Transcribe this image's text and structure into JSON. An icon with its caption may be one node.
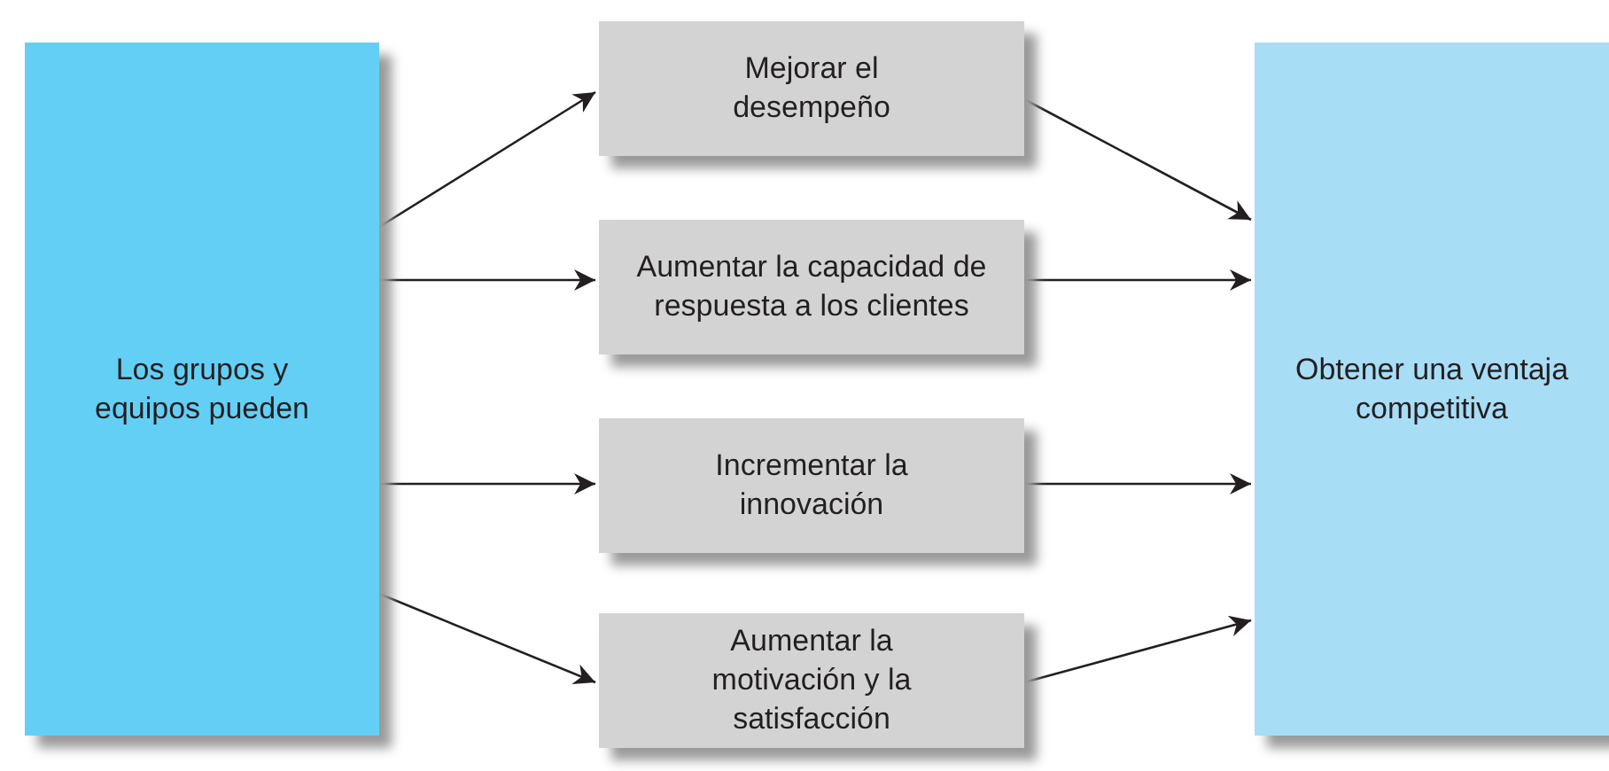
{
  "diagram": {
    "nodes": [
      {
        "text": [
          "Los grupos y equipos pueden"
        ]
      },
      {
        "text": [
          "Mejorar el desempeño"
        ]
      },
      {
        "text": [
          "Aumentar la capacidad de respuesta a los clientes"
        ]
      },
      {
        "text": [
          "Incrementar la innovación"
        ]
      },
      {
        "text": [
          "Aumentar la motivación y la satisfacción"
        ]
      },
      {
        "text": [
          "Obtener una ventaja competitiva"
        ]
      }
    ],
    "edges": [
      {
        "from": 0,
        "to": 1,
        "arrow": "to"
      },
      {
        "from": 0,
        "to": 2,
        "arrow": "to"
      },
      {
        "from": 0,
        "to": 3,
        "arrow": "to"
      },
      {
        "from": 0,
        "to": 4,
        "arrow": "to"
      },
      {
        "from": 1,
        "to": 5,
        "arrow": "to"
      },
      {
        "from": 2,
        "to": 5,
        "arrow": "to"
      },
      {
        "from": 3,
        "to": 5,
        "arrow": "to"
      },
      {
        "from": 4,
        "to": 5,
        "arrow": "to"
      }
    ]
  }
}
